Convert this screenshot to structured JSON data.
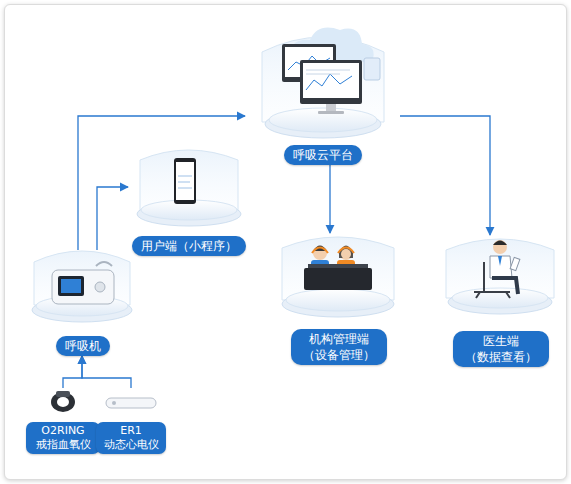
{
  "diagram": {
    "nodes": [
      {
        "text": [
          "呼吸云平台"
        ]
      },
      {
        "text": [
          "用户端（小程序）"
        ]
      },
      {
        "text": [
          "呼吸机"
        ]
      },
      {
        "text": [
          "机构管理端 （设备管理）"
        ]
      },
      {
        "text": [
          "医生端 （数据查看）"
        ]
      },
      {
        "text": [
          "O2RING 戒指血氧仪"
        ]
      },
      {
        "text": [
          "ER1 动态心电仪"
        ]
      }
    ],
    "edges": [
      {
        "from": 2,
        "to": 1,
        "arrow": "to"
      },
      {
        "from": 2,
        "to": 0,
        "arrow": "to"
      },
      {
        "from": 0,
        "to": 3,
        "arrow": "to"
      },
      {
        "from": 0,
        "to": 4,
        "arrow": "to"
      },
      {
        "from": 5,
        "to": 2,
        "arrow": "to"
      },
      {
        "from": 6,
        "to": 2,
        "arrow": "to"
      }
    ]
  }
}
